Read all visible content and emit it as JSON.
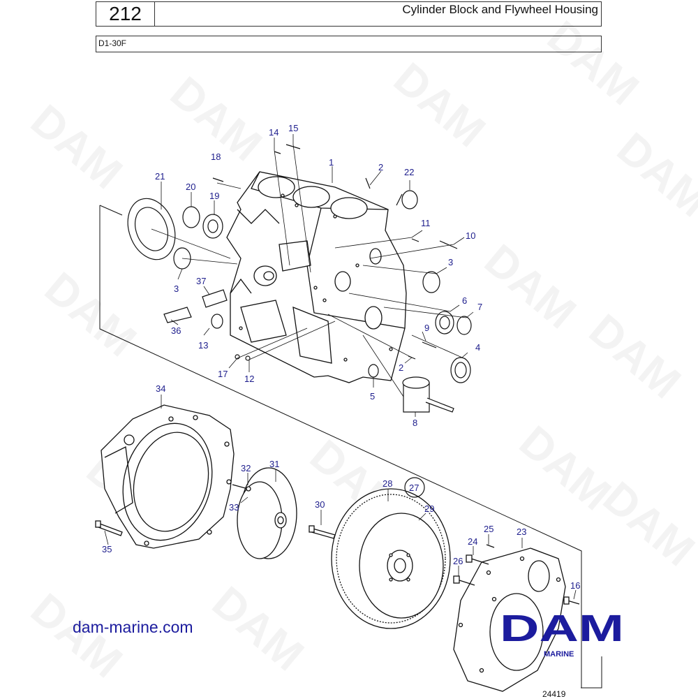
{
  "header": {
    "page_number": "212",
    "title": "Cylinder Block and Flywheel Housing",
    "model": "D1-30F"
  },
  "watermark": "DAM",
  "brand": {
    "logo": "DAM",
    "sub": "MARINE",
    "website": "dam-marine.com",
    "color": "#1c1c9e"
  },
  "drawing_number": "24419",
  "callouts": {
    "c1": "1",
    "c2a": "2",
    "c2b": "2",
    "c3a": "3",
    "c3b": "3",
    "c4": "4",
    "c5": "5",
    "c6": "6",
    "c7": "7",
    "c8": "8",
    "c9": "9",
    "c10": "10",
    "c11": "11",
    "c12": "12",
    "c13": "13",
    "c14": "14",
    "c15": "15",
    "c16": "16",
    "c17": "17",
    "c18": "18",
    "c19": "19",
    "c20": "20",
    "c21": "21",
    "c22": "22",
    "c23": "23",
    "c24": "24",
    "c25": "25",
    "c26": "26",
    "c27": "27",
    "c28": "28",
    "c29": "29",
    "c30": "30",
    "c31": "31",
    "c32": "32",
    "c33": "33",
    "c34": "34",
    "c35": "35",
    "c36": "36",
    "c37": "37"
  }
}
